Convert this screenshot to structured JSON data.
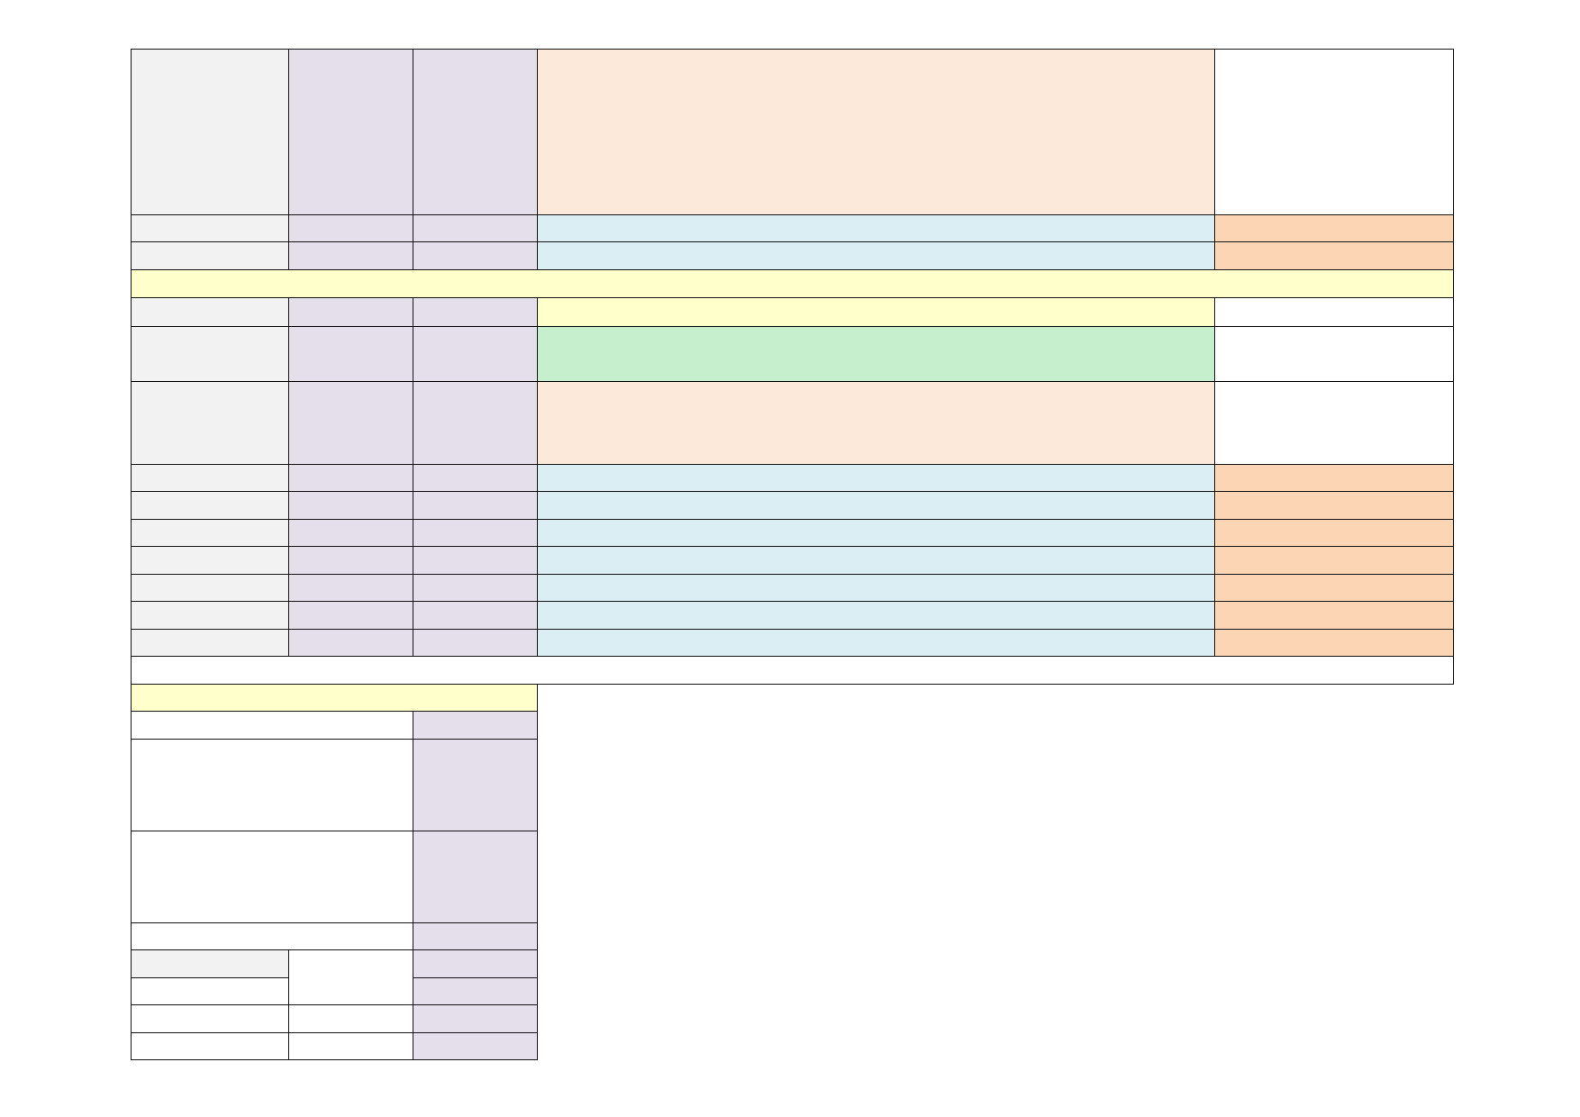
{
  "palette": {
    "grey": "#f2f2f2",
    "lavender": "#e5dfec",
    "peach": "#fde9d9",
    "light_blue": "#daeef3",
    "orange": "#fcd5b4",
    "yellow": "#ffffcc",
    "green": "#c6efce",
    "white": "#ffffff"
  },
  "cells": [
    {
      "name": "header-col-a",
      "fill": "grey"
    },
    {
      "name": "header-col-b",
      "fill": "lavender"
    },
    {
      "name": "header-col-c",
      "fill": "lavender"
    },
    {
      "name": "header-col-d",
      "fill": "peach"
    },
    {
      "name": "header-col-e",
      "fill": "white"
    },
    {
      "name": "row-1-col-a",
      "fill": "grey"
    },
    {
      "name": "row-1-col-b",
      "fill": "lavender"
    },
    {
      "name": "row-1-col-c",
      "fill": "lavender"
    },
    {
      "name": "row-1-col-d",
      "fill": "light_blue"
    },
    {
      "name": "row-1-col-e",
      "fill": "orange"
    },
    {
      "name": "row-2-col-a",
      "fill": "grey"
    },
    {
      "name": "row-2-col-b",
      "fill": "lavender"
    },
    {
      "name": "row-2-col-c",
      "fill": "lavender"
    },
    {
      "name": "row-2-col-d",
      "fill": "light_blue"
    },
    {
      "name": "row-2-col-e",
      "fill": "orange"
    },
    {
      "name": "section-banner",
      "fill": "yellow"
    },
    {
      "name": "section-row-col-a",
      "fill": "grey"
    },
    {
      "name": "section-row-col-b",
      "fill": "lavender"
    },
    {
      "name": "section-row-col-c",
      "fill": "lavender"
    },
    {
      "name": "section-row-col-d",
      "fill": "yellow"
    },
    {
      "name": "section-row-col-e",
      "fill": "white"
    },
    {
      "name": "subheader-1-col-a",
      "fill": "grey"
    },
    {
      "name": "subheader-1-col-b",
      "fill": "lavender"
    },
    {
      "name": "subheader-1-col-c",
      "fill": "lavender"
    },
    {
      "name": "subheader-1-col-d",
      "fill": "green"
    },
    {
      "name": "subheader-1-col-e",
      "fill": "white"
    },
    {
      "name": "subheader-2-col-a",
      "fill": "grey"
    },
    {
      "name": "subheader-2-col-b",
      "fill": "lavender"
    },
    {
      "name": "subheader-2-col-c",
      "fill": "lavender"
    },
    {
      "name": "subheader-2-col-d",
      "fill": "peach"
    },
    {
      "name": "subheader-2-col-e",
      "fill": "white"
    },
    {
      "name": "data-row-1-col-a",
      "fill": "grey"
    },
    {
      "name": "data-row-1-col-b",
      "fill": "lavender"
    },
    {
      "name": "data-row-1-col-c",
      "fill": "lavender"
    },
    {
      "name": "data-row-1-col-d",
      "fill": "light_blue"
    },
    {
      "name": "data-row-1-col-e",
      "fill": "orange"
    },
    {
      "name": "data-row-2-col-a",
      "fill": "grey"
    },
    {
      "name": "data-row-2-col-b",
      "fill": "lavender"
    },
    {
      "name": "data-row-2-col-c",
      "fill": "lavender"
    },
    {
      "name": "data-row-2-col-d",
      "fill": "light_blue"
    },
    {
      "name": "data-row-2-col-e",
      "fill": "orange"
    },
    {
      "name": "data-row-3-col-a",
      "fill": "grey"
    },
    {
      "name": "data-row-3-col-b",
      "fill": "lavender"
    },
    {
      "name": "data-row-3-col-c",
      "fill": "lavender"
    },
    {
      "name": "data-row-3-col-d",
      "fill": "light_blue"
    },
    {
      "name": "data-row-3-col-e",
      "fill": "orange"
    },
    {
      "name": "data-row-4-col-a",
      "fill": "grey"
    },
    {
      "name": "data-row-4-col-b",
      "fill": "lavender"
    },
    {
      "name": "data-row-4-col-c",
      "fill": "lavender"
    },
    {
      "name": "data-row-4-col-d",
      "fill": "light_blue"
    },
    {
      "name": "data-row-4-col-e",
      "fill": "orange"
    },
    {
      "name": "data-row-5-col-a",
      "fill": "grey"
    },
    {
      "name": "data-row-5-col-b",
      "fill": "lavender"
    },
    {
      "name": "data-row-5-col-c",
      "fill": "lavender"
    },
    {
      "name": "data-row-5-col-d",
      "fill": "light_blue"
    },
    {
      "name": "data-row-5-col-e",
      "fill": "orange"
    },
    {
      "name": "data-row-6-col-a",
      "fill": "grey"
    },
    {
      "name": "data-row-6-col-b",
      "fill": "lavender"
    },
    {
      "name": "data-row-6-col-c",
      "fill": "lavender"
    },
    {
      "name": "data-row-6-col-d",
      "fill": "light_blue"
    },
    {
      "name": "data-row-6-col-e",
      "fill": "orange"
    },
    {
      "name": "data-row-7-col-a",
      "fill": "grey"
    },
    {
      "name": "data-row-7-col-b",
      "fill": "lavender"
    },
    {
      "name": "data-row-7-col-c",
      "fill": "lavender"
    },
    {
      "name": "data-row-7-col-d",
      "fill": "light_blue"
    },
    {
      "name": "data-row-7-col-e",
      "fill": "orange"
    },
    {
      "name": "footer-row",
      "fill": "white"
    },
    {
      "name": "summary-banner",
      "fill": "yellow"
    },
    {
      "name": "summary-row-1-label",
      "fill": "white"
    },
    {
      "name": "summary-row-1-value",
      "fill": "lavender"
    },
    {
      "name": "summary-row-2-label",
      "fill": "white"
    },
    {
      "name": "summary-row-2-value",
      "fill": "lavender"
    },
    {
      "name": "summary-row-3-label",
      "fill": "white"
    },
    {
      "name": "summary-row-3-value",
      "fill": "lavender"
    },
    {
      "name": "summary-row-4-label",
      "fill": "white"
    },
    {
      "name": "summary-row-4-value",
      "fill": "lavender"
    },
    {
      "name": "summary-row-5-col-a",
      "fill": "grey"
    },
    {
      "name": "summary-row-5-col-b",
      "fill": "white"
    },
    {
      "name": "summary-row-5-col-c",
      "fill": "lavender"
    },
    {
      "name": "summary-row-6-col-a",
      "fill": "white"
    },
    {
      "name": "summary-row-6-col-c",
      "fill": "lavender"
    },
    {
      "name": "summary-row-7-col-a",
      "fill": "white"
    },
    {
      "name": "summary-row-7-col-b",
      "fill": "white"
    },
    {
      "name": "summary-row-7-col-c",
      "fill": "lavender"
    },
    {
      "name": "summary-row-8-col-a",
      "fill": "white"
    },
    {
      "name": "summary-row-8-col-b",
      "fill": "white"
    },
    {
      "name": "summary-row-8-col-c",
      "fill": "lavender"
    }
  ]
}
